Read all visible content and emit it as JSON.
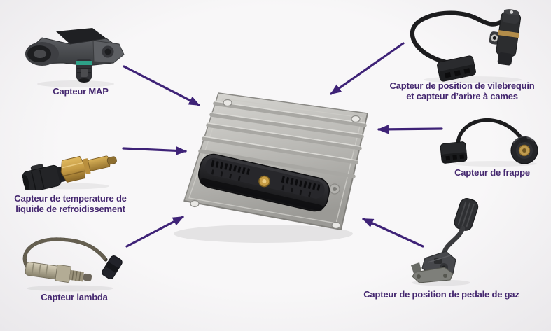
{
  "colors": {
    "background_center": "#f8f7f8",
    "background_edge": "#eae8eb",
    "arrow_purple": "#3e2277",
    "label_text_purple": "#44276f"
  },
  "diagram": {
    "center": {
      "icon": "engine-control-unit"
    },
    "sensors": [
      {
        "id": "map",
        "icon": "map-sensor",
        "label_lines": [
          "Capteur MAP"
        ]
      },
      {
        "id": "crankshaft-camshaft",
        "icon": "crankshaft-position-sensor",
        "label_lines": [
          "Capteur de position de vilebrequin",
          "et capteur d’arbre à cames"
        ]
      },
      {
        "id": "knock",
        "icon": "knock-sensor",
        "label_lines": [
          "Capteur de frappe"
        ]
      },
      {
        "id": "coolant-temperature",
        "icon": "coolant-temperature-sensor",
        "label_lines": [
          "Capteur de temperature de",
          "liquide de refroidissement"
        ]
      },
      {
        "id": "lambda",
        "icon": "lambda-sensor",
        "label_lines": [
          "Capteur lambda"
        ]
      },
      {
        "id": "pedal-position",
        "icon": "accelerator-pedal-sensor",
        "label_lines": [
          "Capteur de position de pedale de gaz"
        ]
      }
    ]
  }
}
